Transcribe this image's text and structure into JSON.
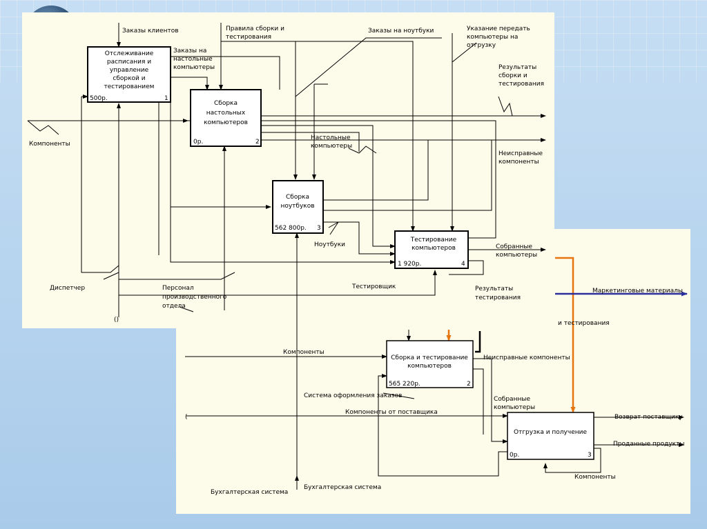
{
  "top": {
    "boxes": [
      {
        "id": "1",
        "lines": [
          "Отслеживание",
          "расписания и",
          "управление",
          "сборкой и",
          "тестированием"
        ],
        "cost": "500р.",
        "num": "1"
      },
      {
        "id": "2",
        "lines": [
          "Сборка",
          "настольных",
          "компьютеров"
        ],
        "cost": "0р.",
        "num": "2"
      },
      {
        "id": "3",
        "lines": [
          "Сборка",
          "ноутбуков"
        ],
        "cost": "562 800р.",
        "num": "3"
      },
      {
        "id": "4",
        "lines": [
          "Тестирование",
          "компьютеров"
        ],
        "cost": "1 920р.",
        "num": "4"
      }
    ],
    "labels": {
      "orders": "Заказы клиентов",
      "rules": [
        "Правила сборки и",
        "тестирования"
      ],
      "laptop_orders": "Заказы на ноутбуки",
      "ship_instr": [
        "Указание передать",
        "компьютеры на",
        "отгрузку"
      ],
      "desktop_orders": [
        "Заказы на",
        "настольные",
        "компьютеры"
      ],
      "results1": [
        "Результаты",
        "сборки и",
        "тестирования"
      ],
      "components": "Компоненты",
      "desktops": [
        "Настольные",
        "компьютеры"
      ],
      "faulty": [
        "Неисправные",
        "компоненты"
      ],
      "laptops": "Ноутбуки",
      "assembled": [
        "Собранные",
        "компьютеры"
      ],
      "dispatcher": "Диспетчер",
      "personnel": [
        "Персонал",
        "производственного",
        "отдела"
      ],
      "tester": "Тестировщик",
      "test_results": [
        "Результаты",
        "тестирования"
      ],
      "paren": "()"
    }
  },
  "bottom": {
    "boxes": [
      {
        "id": "b2",
        "lines": [
          "Сборка и тестирование",
          "компьютеров"
        ],
        "cost": "565 220р.",
        "num": "2"
      },
      {
        "id": "b3",
        "lines": [
          "Отгрузка и получение"
        ],
        "cost": "0р.",
        "num": "3"
      }
    ],
    "labels": {
      "marketing": "Маркетинговые материалы",
      "and_testing": "и тестирования",
      "components": "Компоненты",
      "faulty": "Неисправные компоненты",
      "order_system": "Система оформления заказов",
      "assembled": [
        "Собранные",
        "компьютеры"
      ],
      "supplier_components": "Компоненты от поставщика",
      "return_supplier": "Возврат поставщику",
      "sold": "Проданные продукты",
      "components2": "Компоненты",
      "acc_system1": "Бухгалтерская система",
      "acc_system2": "Бухгалтерская система",
      "paren": "("
    }
  },
  "colors": {
    "orange": "#e8740e",
    "blue": "#2b2f9c",
    "paper": "#fdfbea",
    "line": "#000000"
  }
}
